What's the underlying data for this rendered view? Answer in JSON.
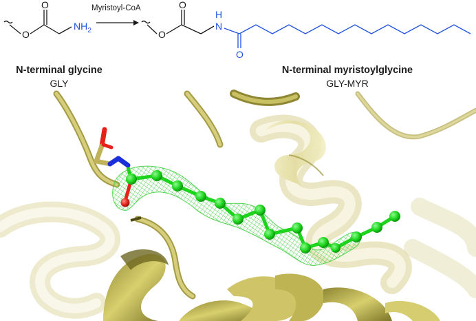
{
  "reaction": {
    "reagent": "Myristoyl-CoA",
    "atoms": {
      "oxygen": "O",
      "amine": "NH",
      "amine_subscript": "2",
      "amide_n": "N",
      "amide_h": "H"
    }
  },
  "reactant": {
    "title": "N-terminal glycine",
    "code": "GLY"
  },
  "product": {
    "title": "N-terminal myristoylglycine",
    "code": "GLY-MYR"
  },
  "colors": {
    "bond_black": "#1a1a1a",
    "highlight_blue": "#1f52e0",
    "ribbon": "#d7d08a",
    "ribbon_dark": "#9c9440",
    "mesh": "#3fcf3f",
    "carbon": "#1cd41c",
    "oxygen": "#e3221a",
    "nitrogen": "#1a2fd9",
    "stick_tan": "#bfb259"
  },
  "icons": [
    "reaction-arrow-icon",
    "wavy-bond-icon"
  ]
}
